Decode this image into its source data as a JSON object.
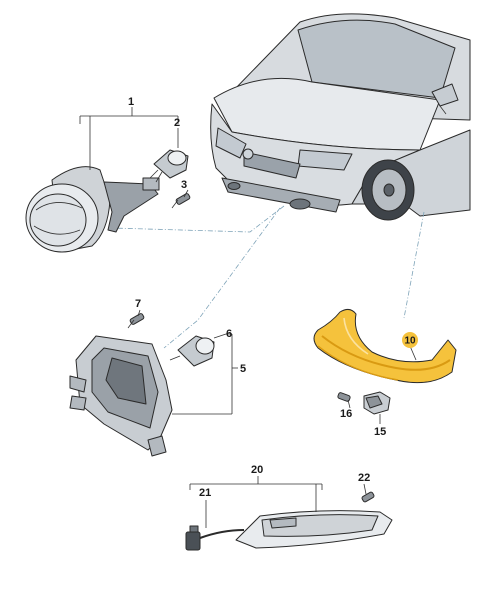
{
  "colors": {
    "highlight": "#f5c23c",
    "highlight_dark": "#d99a12",
    "car_body": "#e4e7ea",
    "car_shade": "#c9ced3",
    "part_light": "#eef0f2",
    "part_mid": "#cfd3d7",
    "part_dark": "#8d9399",
    "leader_dash": "#7ea3b8"
  },
  "labels": {
    "p1": "1",
    "p2": "2",
    "p3": "3",
    "p5": "5",
    "p6": "6",
    "p7": "7",
    "p10": "10",
    "p15": "15",
    "p16": "16",
    "p20": "20",
    "p21": "21",
    "p22": "22"
  }
}
